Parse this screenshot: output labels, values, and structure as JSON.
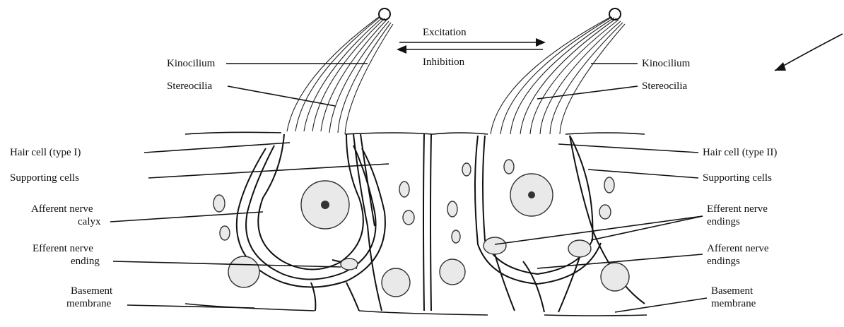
{
  "diagram": {
    "arrows": {
      "excitation": "Excitation",
      "inhibition": "Inhibition"
    },
    "left_labels": {
      "kinocilium": "Kinocilium",
      "stereocilia": "Stereocilia",
      "hair_cell": "Hair cell (type I)",
      "supporting_cells": "Supporting cells",
      "afferent_line1": "Afferent nerve",
      "afferent_line2": "calyx",
      "efferent_line1": "Efferent nerve",
      "efferent_line2": "ending",
      "basement_line1": "Basement",
      "basement_line2": "membrane"
    },
    "right_labels": {
      "kinocilium": "Kinocilium",
      "stereocilia": "Stereocilia",
      "hair_cell": "Hair cell (type II)",
      "supporting_cells": "Supporting cells",
      "efferent_line1": "Efferent nerve",
      "efferent_line2": "endings",
      "afferent_line1": "Afferent nerve",
      "afferent_line2": "endings",
      "basement_line1": "Basement",
      "basement_line2": "membrane"
    }
  }
}
